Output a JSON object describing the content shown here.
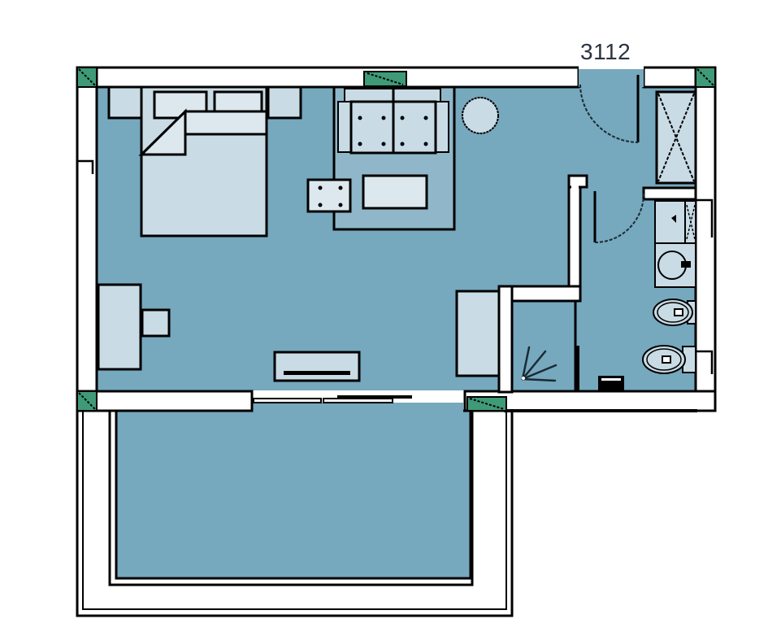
{
  "unit": {
    "number": "3112",
    "type": "studio apartment floor plan"
  },
  "colors": {
    "floor": "#76a8be",
    "furniture": "#c9dbe4",
    "furniture_light": "#dde8ee",
    "wall": "#ffffff",
    "outline": "#000000",
    "column": "#3f9a78",
    "label_text": "#2b3440"
  },
  "rooms": [
    {
      "name": "living-bedroom",
      "label": "Living / Bedroom"
    },
    {
      "name": "bathroom",
      "label": "Bathroom"
    },
    {
      "name": "shower",
      "label": "Shower"
    },
    {
      "name": "entry-hall",
      "label": "Entry Hall"
    },
    {
      "name": "balcony",
      "label": "Balcony / Terrace"
    }
  ],
  "furniture": [
    "double-bed",
    "nightstand-left",
    "nightstand-right",
    "pillows",
    "sofa",
    "armchair-stool",
    "coffee-table",
    "round-table",
    "desk",
    "desk-chair",
    "tv-unit",
    "wardrobe",
    "shower-tray",
    "washbasin",
    "bidet",
    "toilet",
    "washing-machine",
    "storage-closet"
  ]
}
